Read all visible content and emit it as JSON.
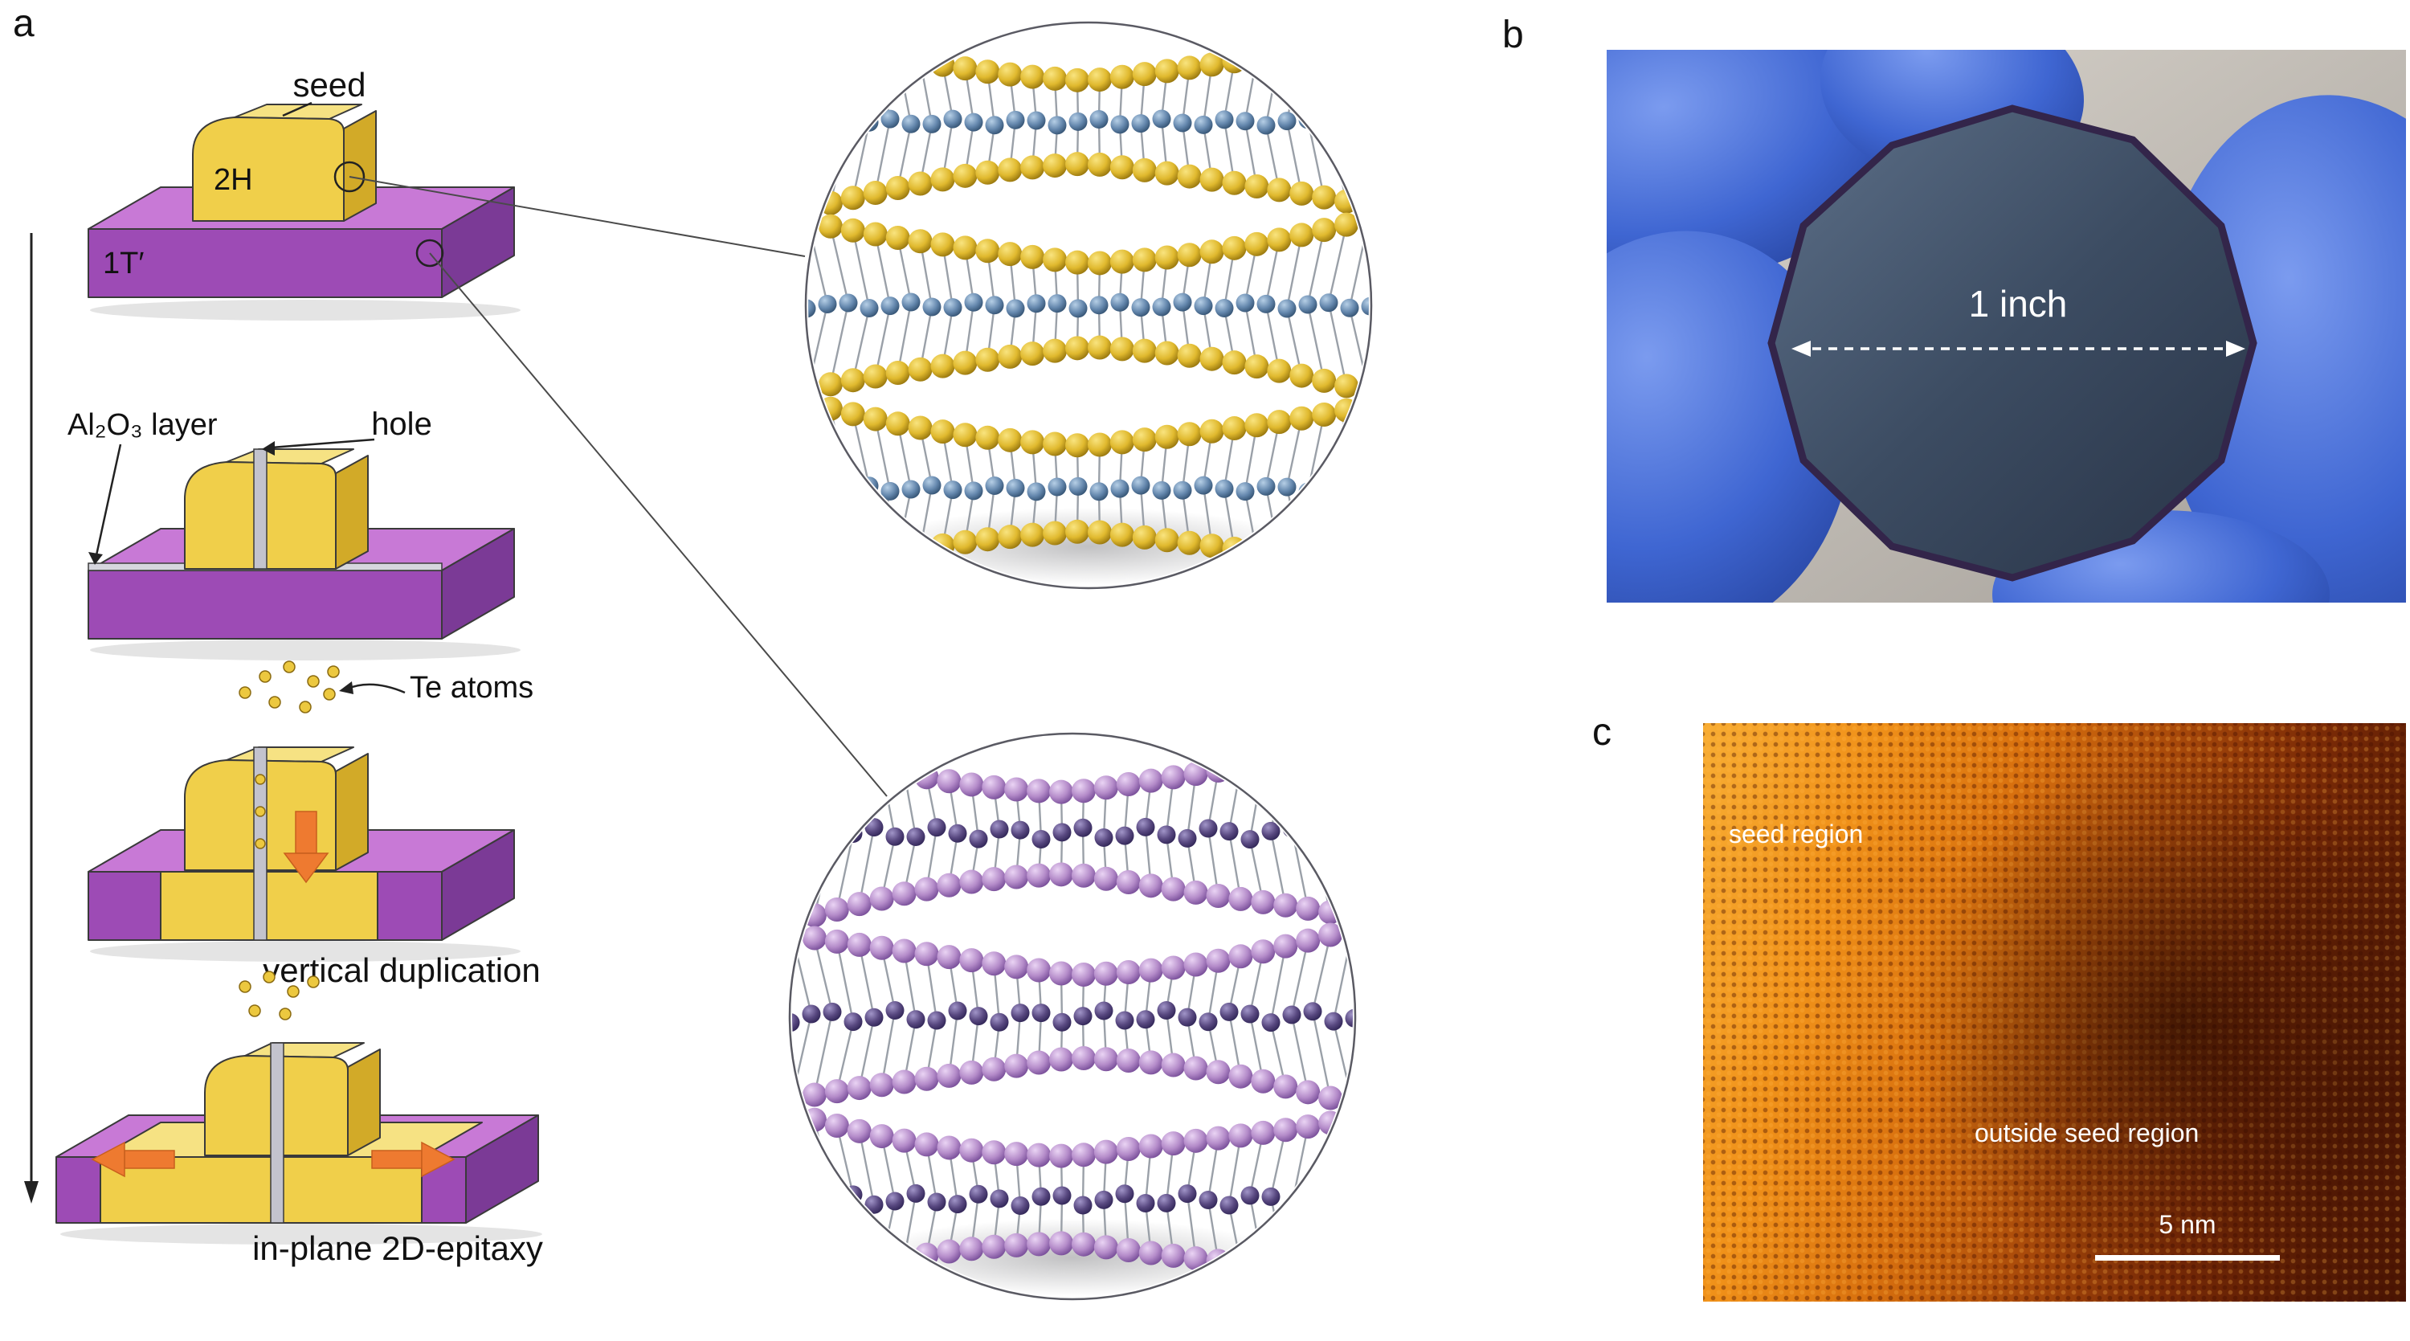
{
  "panels": {
    "a": "a",
    "b": "b",
    "c": "c"
  },
  "panel_a": {
    "seed_label": "seed",
    "phase_top": "2H",
    "phase_bottom": "1T′",
    "coating_label": "Al₂O₃ layer",
    "hole_label": "hole",
    "atoms_label": "Te atoms",
    "step3_caption": "vertical duplication",
    "step4_caption": "in-plane 2D-epitaxy",
    "insets": {
      "top": {
        "outer_hi": "#f9e47f",
        "outer_mid": "#e0b92e",
        "outer_lo": "#8a6a08",
        "inner_hi": "#b6cfe6",
        "inner_mid": "#6487ad",
        "inner_lo": "#2c4a69",
        "jitter": 1
      },
      "bottom": {
        "outer_hi": "#ead4f4",
        "outer_mid": "#b48bc9",
        "outer_lo": "#6d4390",
        "inner_hi": "#a195c8",
        "inner_mid": "#584880",
        "inner_lo": "#2a2050",
        "jitter": 1.9
      }
    }
  },
  "panel_b": {
    "measurement": "1 inch"
  },
  "panel_c": {
    "region_top": "seed region",
    "region_bottom": "outside seed region",
    "scale_label": "5 nm"
  },
  "colors": {
    "slab_front": "#9d4bb5",
    "slab_top": "#c879d6",
    "slab_side": "#7b3a96",
    "seed_front": "#f0cf4a",
    "seed_top": "#f6e283",
    "seed_side": "#d2aa28",
    "arrow_orange": "#ee7a30",
    "glove_blue": "#3f66d2",
    "wafer": "#3c4c62",
    "stm_bright": "#f8ad33",
    "stm_dark": "#4a1503"
  }
}
